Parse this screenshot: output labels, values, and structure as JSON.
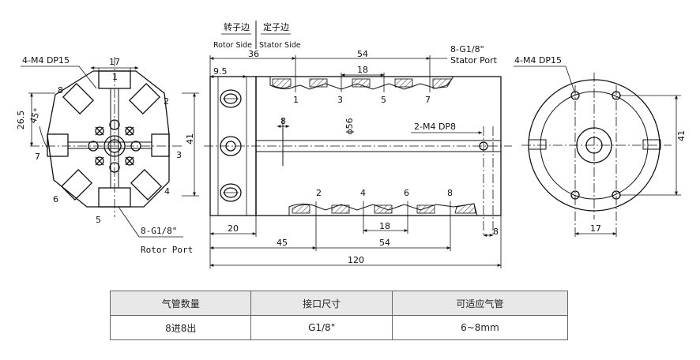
{
  "header_labels": {
    "rotor_cn": "转子边",
    "stator_cn": "定子边",
    "rotor_en": "Rotor Side",
    "stator_en": "Stator Side"
  },
  "left_view": {
    "callout": "4-M4 DP15",
    "rotor_port": "8-G1/8\"",
    "rotor_port_en": "Rotor Port",
    "dims": {
      "top_width": "17",
      "height": "26.5",
      "angle": "45°",
      "overall": "41"
    },
    "port_numbers": [
      "1",
      "2",
      "3",
      "4",
      "5",
      "6",
      "7",
      "8"
    ]
  },
  "side_view": {
    "stator_port": "8-G1/8\"",
    "stator_port_en": "Stator Port",
    "m4_callout": "2-M4 DP8",
    "dims": {
      "d36": "36",
      "d54_top": "54",
      "d9_5": "9.5",
      "d18_top": "18",
      "d8_inner": "8",
      "dia56": "ϕ56",
      "d20": "20",
      "d45": "45",
      "d54_bottom": "54",
      "d18_bottom": "18",
      "d120": "120",
      "d8_right": "8"
    },
    "top_ports": [
      "1",
      "3",
      "5",
      "7"
    ],
    "bottom_ports": [
      "2",
      "4",
      "6",
      "8"
    ]
  },
  "right_view": {
    "callout": "4-M4 DP15",
    "dims": {
      "height": "41",
      "bottom_width": "17"
    }
  },
  "table": {
    "headers": [
      "气管数量",
      "接口尺寸",
      "可适应气管"
    ],
    "row": [
      "8进8出",
      "G1/8\"",
      "6~8mm"
    ]
  }
}
